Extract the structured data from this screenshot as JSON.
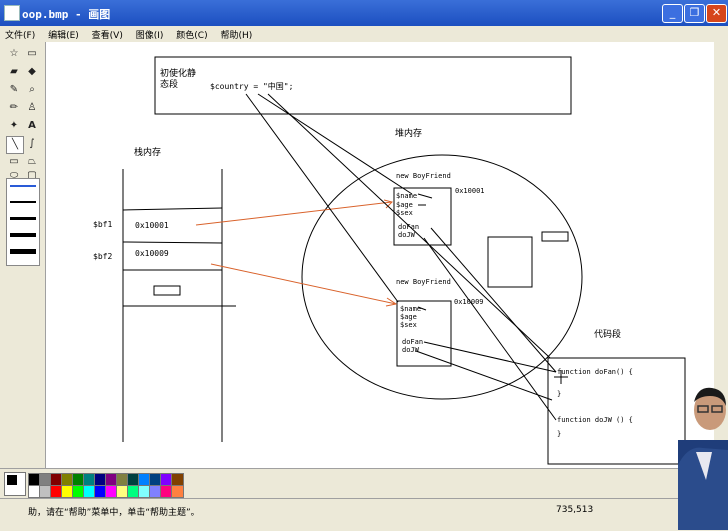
{
  "window": {
    "title": "oop.bmp - 画图"
  },
  "menu": [
    "文件(F)",
    "编辑(E)",
    "查看(V)",
    "图像(I)",
    "颜色(C)",
    "帮助(H)"
  ],
  "drawing": {
    "static_box": {
      "title_line1": "初使化静",
      "title_line2": "态段",
      "code": "$country = \"中国\";"
    },
    "stack_label": "栈内存",
    "heap_label": "堆内存",
    "code_label": "代码段",
    "var_bf1": "$bf1",
    "var_bf2": "$bf2",
    "addr1": "0x10001",
    "addr2": "0x10009",
    "obj1": {
      "header": "new BoyFriend",
      "addr": "0x10001",
      "props": [
        "$name",
        "$age",
        "$sex"
      ],
      "methods": [
        "doFan",
        "doJW"
      ]
    },
    "obj2": {
      "header": "new BoyFriend",
      "addr": "0x10009",
      "props": [
        "$name",
        "$age",
        "$sex"
      ],
      "methods": [
        "doFan",
        "doJW"
      ]
    },
    "code": {
      "fn1": "function doFan() {",
      "fn1_close": "}",
      "fn2": "function doJW () {",
      "fn2_close": "}"
    }
  },
  "status": {
    "message": "助，请在“帮助”菜单中，单击“帮助主题”。",
    "coords": "735,513"
  },
  "colors": {
    "titlebar": "#1c4fc0",
    "arrow": "#d9622b",
    "palette": [
      "#000000",
      "#808080",
      "#800000",
      "#808000",
      "#008000",
      "#008080",
      "#000080",
      "#800080",
      "#808040",
      "#004040",
      "#0080ff",
      "#004080",
      "#8000ff",
      "#804000",
      "#ffffff",
      "#c0c0c0",
      "#ff0000",
      "#ffff00",
      "#00ff00",
      "#00ffff",
      "#0000ff",
      "#ff00ff",
      "#ffff80",
      "#00ff80",
      "#80ffff",
      "#8080ff",
      "#ff0080",
      "#ff8040"
    ]
  }
}
